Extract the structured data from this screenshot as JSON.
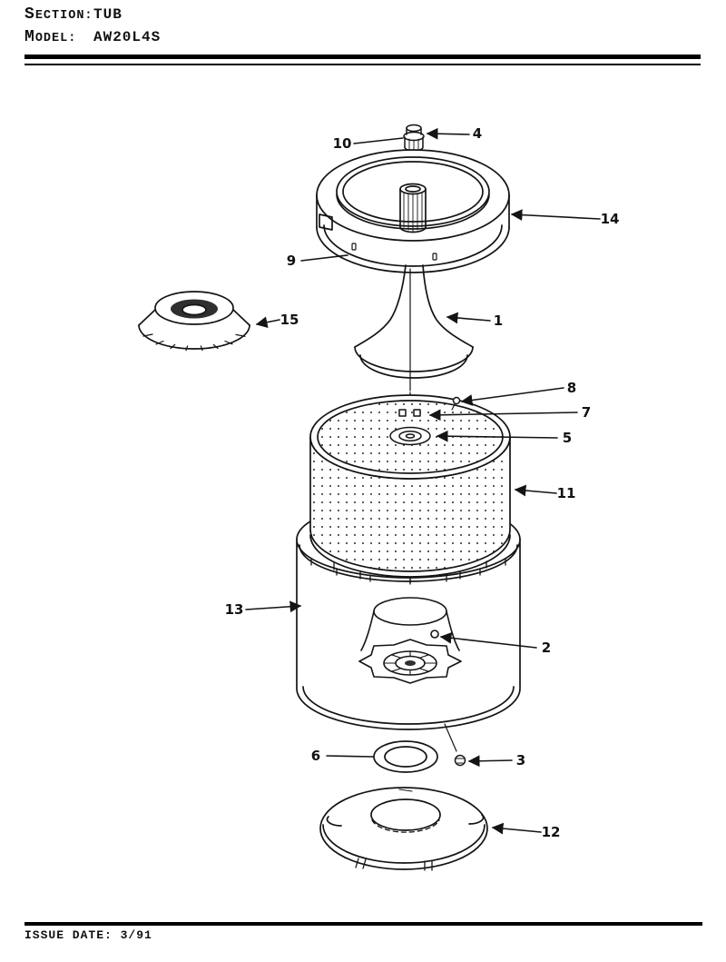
{
  "header": {
    "section_label": "Section:",
    "section_value": "TUB",
    "model_label": "Model:",
    "model_value": "AW20L4S"
  },
  "diagram": {
    "callouts": [
      "10",
      "4",
      "14",
      "9",
      "15",
      "1",
      "8",
      "7",
      "5",
      "11",
      "13",
      "2",
      "6",
      "3",
      "12"
    ]
  },
  "footer": {
    "issue_date": "Issue Date: 3/91"
  }
}
